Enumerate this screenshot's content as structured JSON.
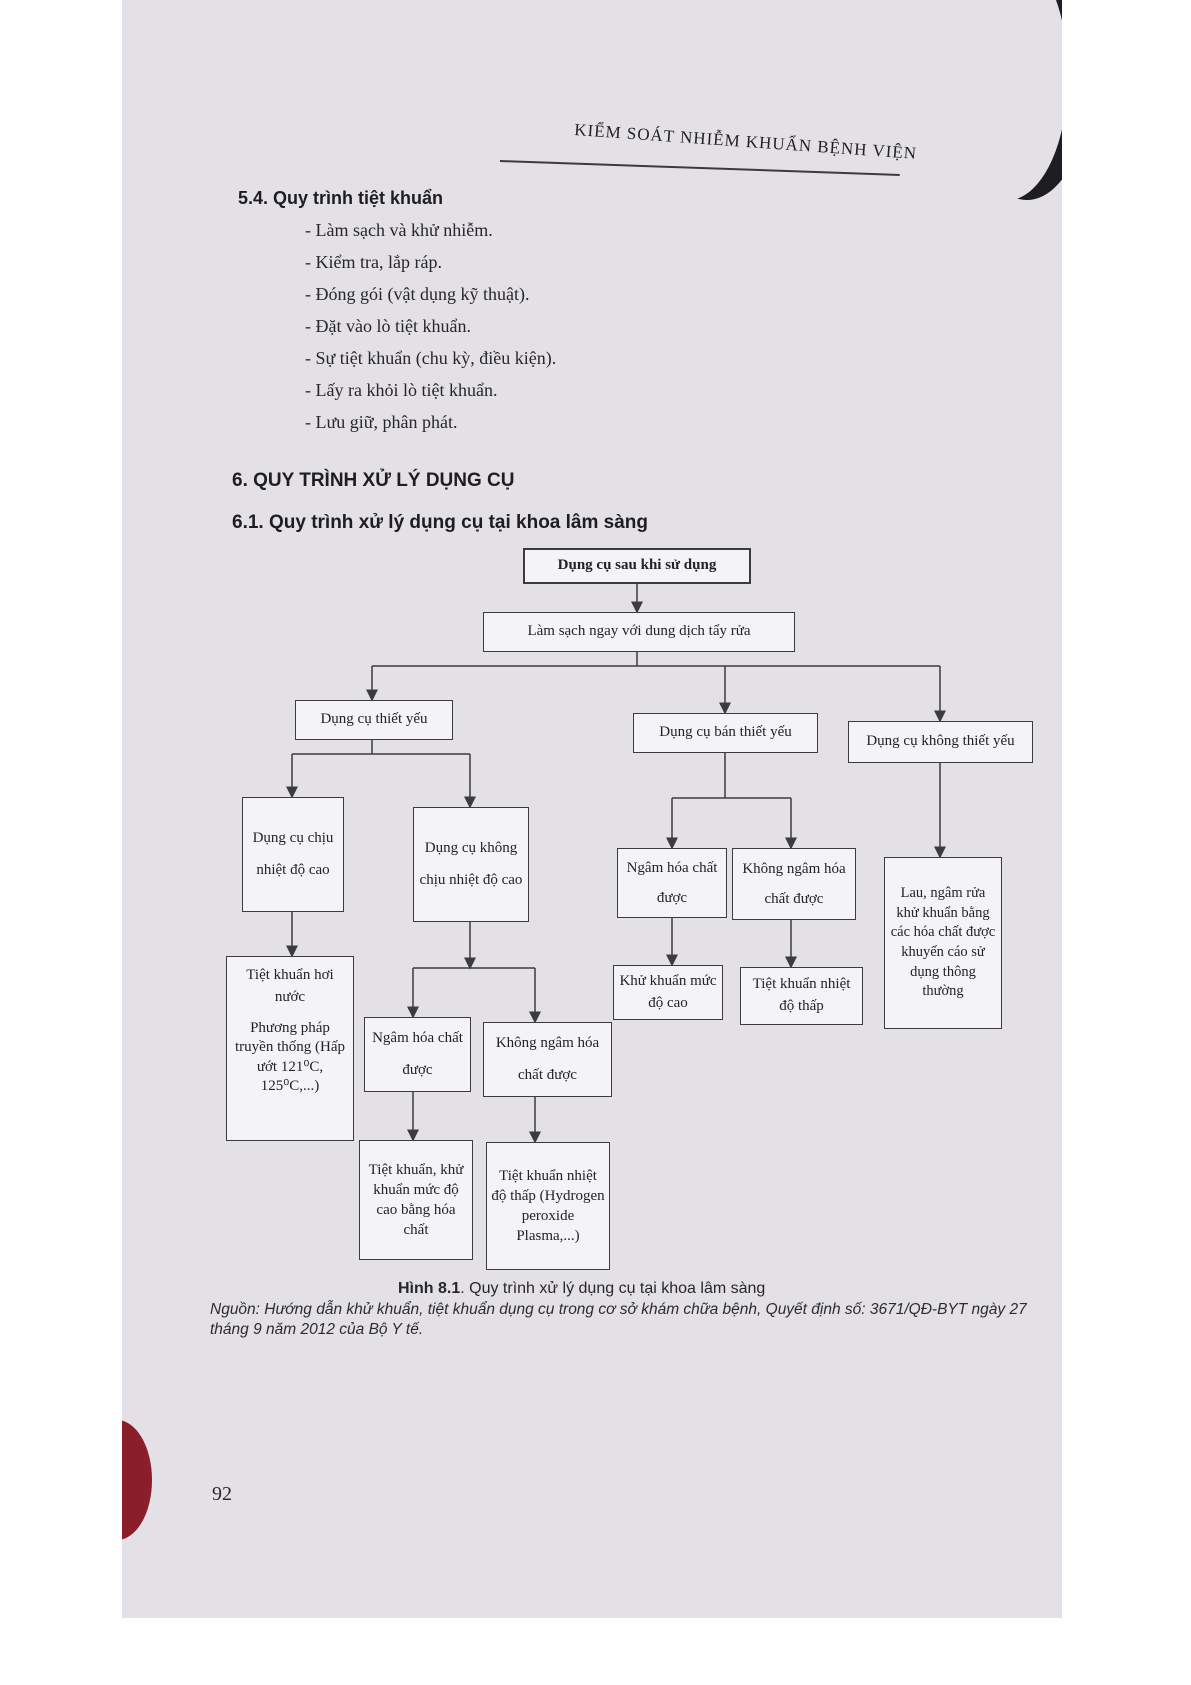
{
  "header": {
    "running_title": "KIỂM SOÁT NHIỄM KHUẨN BỆNH VIỆN"
  },
  "section_5_4": {
    "title": "5.4. Quy trình tiệt khuẩn",
    "steps": [
      "- Làm sạch và khử nhiễm.",
      "- Kiểm tra, lắp ráp.",
      "- Đóng gói (vật dụng kỹ thuật).",
      "- Đặt vào lò tiệt khuẩn.",
      "- Sự tiệt khuẩn (chu kỳ, điều kiện).",
      "- Lấy ra khỏi lò tiệt khuẩn.",
      "- Lưu giữ, phân phát."
    ]
  },
  "section_6": {
    "title": "6. QUY TRÌNH XỬ LÝ DỤNG CỤ",
    "subtitle": "6.1. Quy trình xử lý dụng cụ tại khoa lâm sàng"
  },
  "flowchart": {
    "root": "Dụng cụ sau khi sử dụng",
    "clean": "Làm sạch ngay với dung dịch tẩy rửa",
    "critical": "Dụng cụ thiết yếu",
    "semi_critical": "Dụng cụ bán thiết yếu",
    "non_critical": "Dụng cụ không thiết yếu",
    "heat_resistant": "Dụng cụ chịu nhiệt độ cao",
    "heat_sensitive": "Dụng cụ không chịu nhiệt độ cao",
    "steam_title": "Tiệt khuẩn hơi nước",
    "steam_method": "Phương pháp truyền thống (Hấp ướt 121⁰C, 125⁰C,...)",
    "hs_soakable": "Ngâm hóa chất được",
    "hs_not_soakable": "Không ngâm hóa chất được",
    "hs_chemical": "Tiệt khuẩn, khử khuẩn mức độ cao bằng hóa chất",
    "hs_lowtemp": "Tiệt khuẩn nhiệt độ thấp (Hydrogen peroxide Plasma,...)",
    "sc_soakable": "Ngâm hóa chất được",
    "sc_not_soakable": "Không ngâm hóa chất được",
    "sc_hld": "Khử khuẩn mức độ cao",
    "sc_lowtemp": "Tiệt khuẩn nhiệt độ thấp",
    "nc_wipe": "Lau, ngâm rửa khử khuẩn bằng các hóa chất được khuyến cáo sử dụng thông thường"
  },
  "figure": {
    "label": "Hình 8.1",
    "caption": ". Quy trình xử lý dụng cụ tại khoa lâm sàng",
    "source": "Nguồn: Hướng dẫn khử khuẩn, tiệt khuẩn dụng cụ trong cơ sở khám chữa bệnh, Quyết định số: 3671/QĐ-BYT ngày 27 tháng 9 năm 2012 của Bộ Y tế."
  },
  "page_number": "92"
}
